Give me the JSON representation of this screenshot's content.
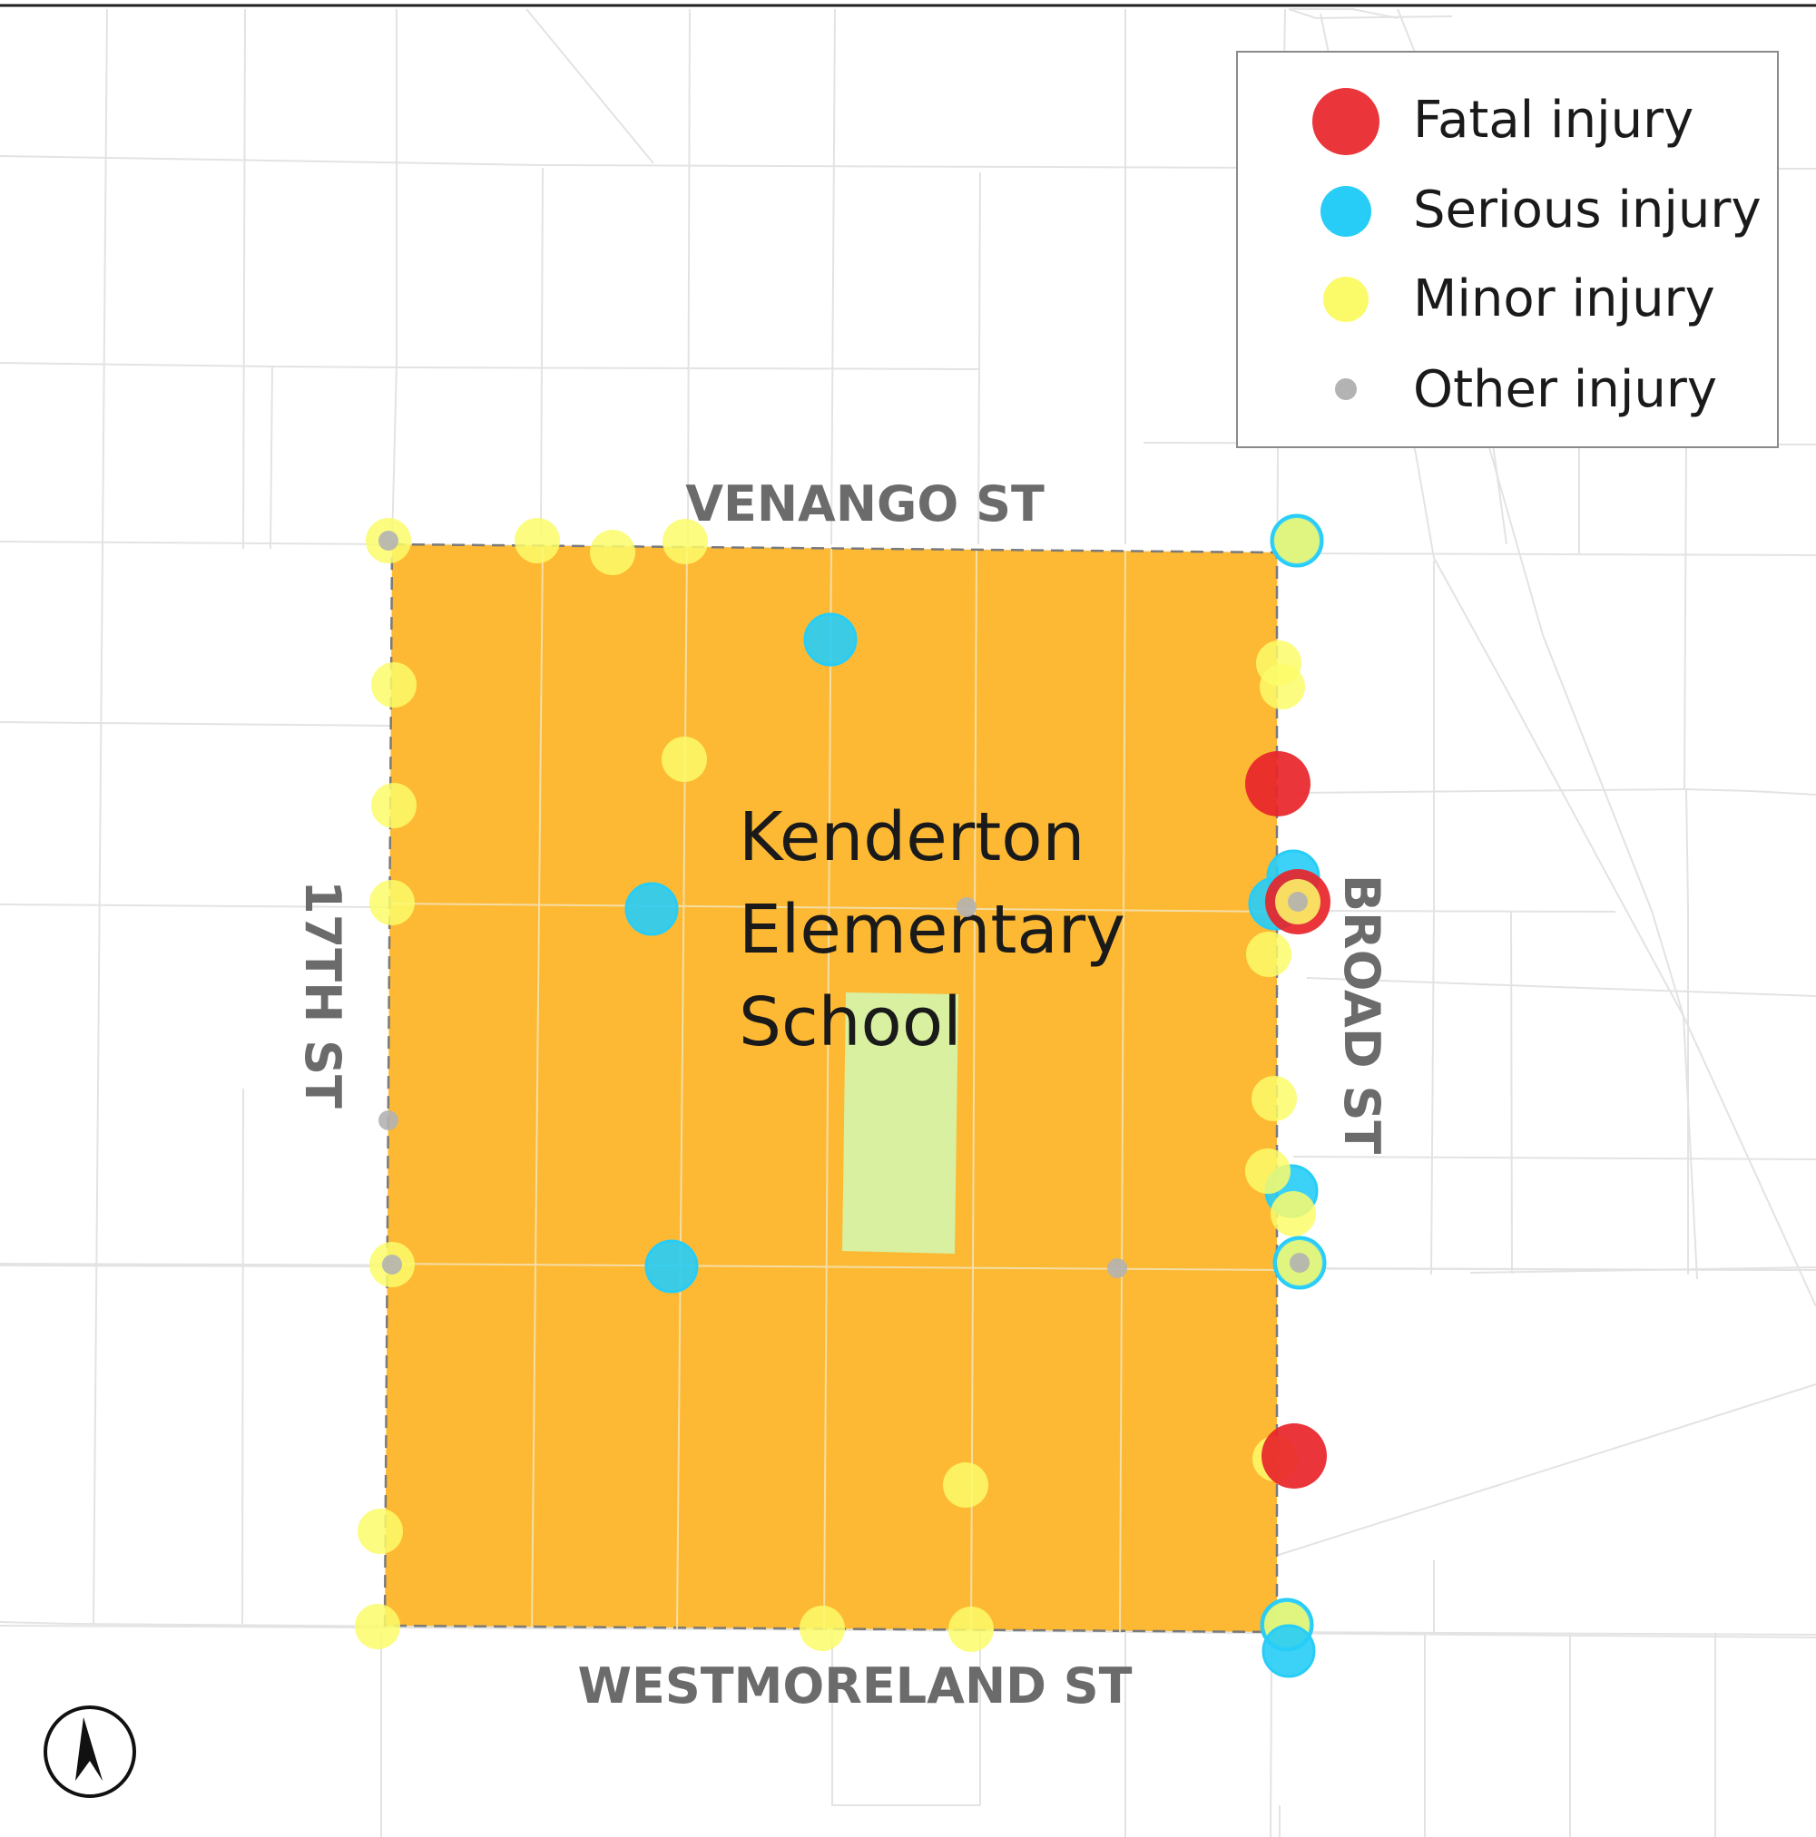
{
  "streets": {
    "north": "VENANGO ST",
    "south": "WESTMORELAND ST",
    "west": "17TH ST",
    "east": "BROAD ST"
  },
  "school": {
    "name_lines": [
      "Kenderton",
      "Elementary",
      "School"
    ]
  },
  "legend": {
    "items": [
      {
        "label": "Fatal injury",
        "color": "#e8242a"
      },
      {
        "label": "Serious injury",
        "color": "#27cdf7"
      },
      {
        "label": "Minor injury",
        "color": "#fbfb6a"
      },
      {
        "label": "Other injury",
        "color": "#b3b3b3"
      }
    ]
  },
  "colors": {
    "school_zone": "#fdb933",
    "school_yard": "#d8f0a0",
    "roads": "#e3e3e3",
    "zone_border": "#7a7a7a"
  },
  "north_arrow": {
    "icon": "north-arrow-icon"
  }
}
